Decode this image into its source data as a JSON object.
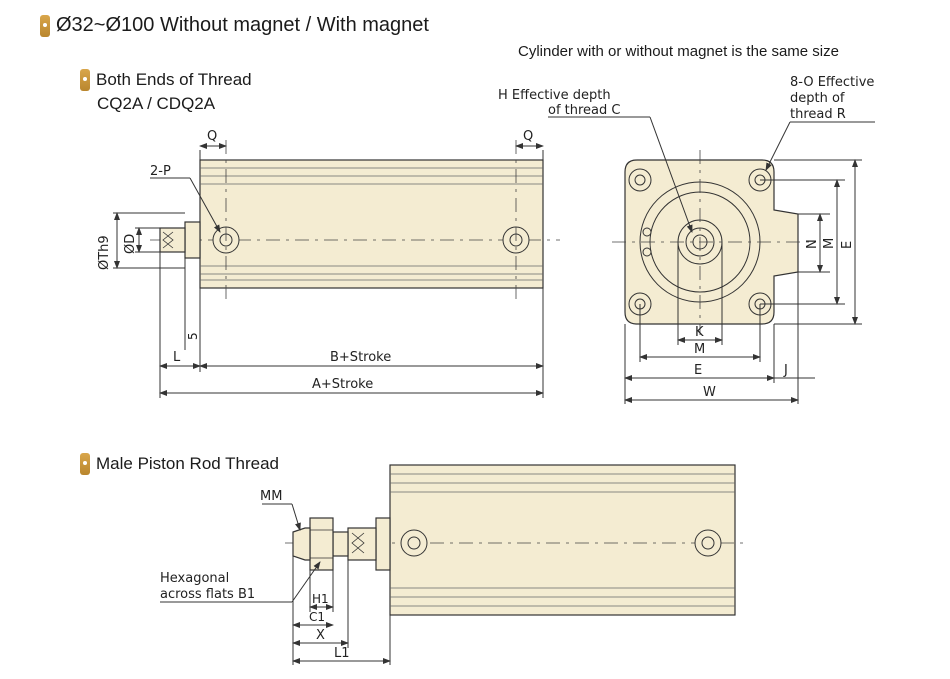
{
  "header": {
    "title": "Ø32~Ø100 Without magnet / With magnet",
    "note": "Cylinder with or without magnet is the same size"
  },
  "section1": {
    "title": "Both Ends of Thread",
    "model": "CQ2A / CDQ2A"
  },
  "section2": {
    "title": "Male Piston Rod Thread"
  },
  "labels": {
    "q": "Q",
    "p2": "2-P",
    "th9": "ØTh9",
    "d": "ØD",
    "five": "5",
    "l": "L",
    "b_stroke": "B+Stroke",
    "a_stroke": "A+Stroke",
    "h_line1": "H Effective depth",
    "h_line2": "of thread C",
    "o_line1": "8-O Effective",
    "o_line2": "depth of",
    "o_line3": "thread R",
    "n": "N",
    "m": "M",
    "e": "E",
    "k": "K",
    "j": "J",
    "w": "W",
    "mm": "MM",
    "hex1": "Hexagonal",
    "hex2": "across flats B1",
    "h1": "H1",
    "c1": "C1",
    "x": "X",
    "l1": "L1"
  },
  "colors": {
    "body_fill": "#f4ecd2",
    "bullet": "#c9963c"
  }
}
